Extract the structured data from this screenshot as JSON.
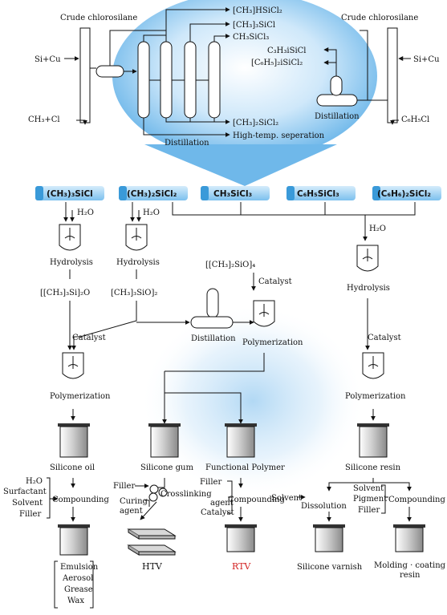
{
  "top": {
    "crude_left": "Crude chlorosilane",
    "crude_right": "Crude chlorosilane",
    "si_cu_left": "Si+Cu",
    "si_cu_right": "Si+Cu",
    "ch3cl": "CH₃+Cl",
    "c6h5cl": "C₆H₅Cl",
    "prod1": "[CH₃]HSiCl₂",
    "prod2": "[CH₃]₃SiCl",
    "prod3": "CH₃SiCl₃",
    "prod4": "[CH₃]₂SiCl₂",
    "high_temp": "High-temp. seperation",
    "distillation_left": "Distillation",
    "distillation_right": "Distillation",
    "ph1": "C₃H₃iSiCl",
    "ph2": "[C₆H₅]₂iSiCl₂"
  },
  "monomers": [
    "(CH₃)₃SiCl",
    "(CH₃)₂SiCl₂",
    "CH₃SiCl₃",
    "C₆H₅SiCl₃",
    "(C₆H₆)₂SiCl₂"
  ],
  "mid": {
    "h2o_1": "H₂O",
    "h2o_2": "H₂O",
    "h2o_3": "H₂O",
    "hydrolysis_1": "Hydrolysis",
    "hydrolysis_2": "Hydrolysis",
    "hydrolysis_3": "Hydrolysis",
    "int_1": "[[CH₃]₃Si]₂O",
    "int_2": "[CH₃]₃SiO]₂",
    "cyclic": "[[CH₃]₂SiO]₄",
    "catalyst_a": "Catalyst",
    "catalyst_b": "Catalyst",
    "catalyst_c": "Catalyst",
    "distillation": "Distillation",
    "polymerization_center": "Polymerization",
    "polymerization_left": "Polymerization",
    "polymerization_right": "Polymerization"
  },
  "products": {
    "silicone_oil": "Silicone oil",
    "silicone_gum": "Silicone gum",
    "functional_polymer": "Functional Polymer",
    "silicone_resin": "Silicone resin"
  },
  "oil_branch": {
    "inputs": [
      "H₂O",
      "Surfactant",
      "Solvent",
      "Filler"
    ],
    "compounding": "Compounding",
    "outputs": [
      "Emulsion",
      "Aerosol",
      "Grease",
      "Wax"
    ]
  },
  "gum_branch": {
    "filler": "Filler",
    "curing_agent_1": "Curing",
    "curing_agent_2": "agent",
    "crosslinking": "Crosslinking",
    "htv": "HTV"
  },
  "fp_branch": {
    "filler": "Filler",
    "agent": "agent",
    "catalyst": "Catalyst",
    "compounding": "Compounding",
    "rtv": "RTV"
  },
  "resin_branch": {
    "solvent": "Solvent",
    "dissolution": "Dissolution",
    "varnish": "Silicone varnish",
    "inputs": [
      "Solvent",
      "Pigment",
      "Filler"
    ],
    "compounding": "Compounding",
    "coating_1": "Molding · coating",
    "coating_2": "resin"
  },
  "colors": {
    "accent": "#3a9ad9",
    "pill": "#9fd0f0",
    "rtv": "#d21f1f"
  }
}
